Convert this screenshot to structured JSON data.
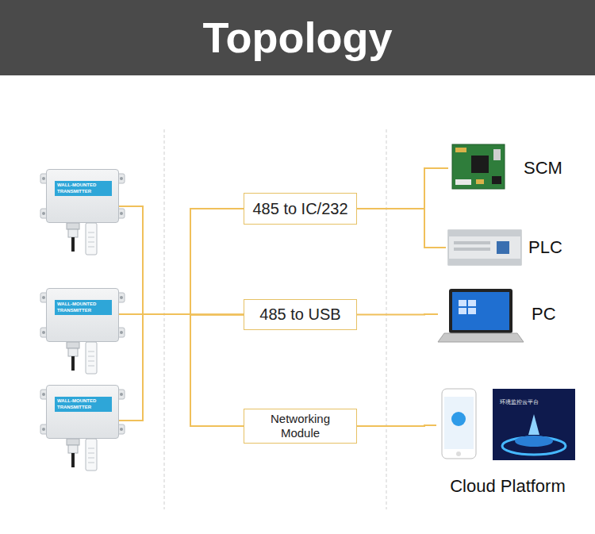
{
  "diagram": {
    "title": "Topology",
    "nodes": [
      {
        "text": [
          "WALL-MOUNTED TRANSMITTER"
        ]
      },
      {
        "text": [
          "WALL-MOUNTED TRANSMITTER"
        ]
      },
      {
        "text": [
          "WALL-MOUNTED TRANSMITTER"
        ]
      },
      {
        "text": [
          "485 to IC/232"
        ]
      },
      {
        "text": [
          "485 to USB"
        ]
      },
      {
        "text": [
          "Networking Module"
        ]
      },
      {
        "text": [
          "SCM"
        ]
      },
      {
        "text": [
          "PLC"
        ]
      },
      {
        "text": [
          "PC"
        ]
      },
      {
        "text": [
          "Cloud Platform"
        ]
      }
    ],
    "edges": [
      {
        "from": 0,
        "to": 3,
        "arrow": "none"
      },
      {
        "from": 0,
        "to": 4,
        "arrow": "none"
      },
      {
        "from": 0,
        "to": 5,
        "arrow": "none"
      },
      {
        "from": 1,
        "to": 3,
        "arrow": "none"
      },
      {
        "from": 1,
        "to": 4,
        "arrow": "none"
      },
      {
        "from": 1,
        "to": 5,
        "arrow": "none"
      },
      {
        "from": 2,
        "to": 3,
        "arrow": "none"
      },
      {
        "from": 2,
        "to": 4,
        "arrow": "none"
      },
      {
        "from": 2,
        "to": 5,
        "arrow": "none"
      },
      {
        "from": 3,
        "to": 6,
        "arrow": "none"
      },
      {
        "from": 3,
        "to": 7,
        "arrow": "none"
      },
      {
        "from": 4,
        "to": 8,
        "arrow": "none"
      },
      {
        "from": 5,
        "to": 9,
        "arrow": "none"
      }
    ],
    "labels": [
      "环境监控云平台"
    ]
  }
}
